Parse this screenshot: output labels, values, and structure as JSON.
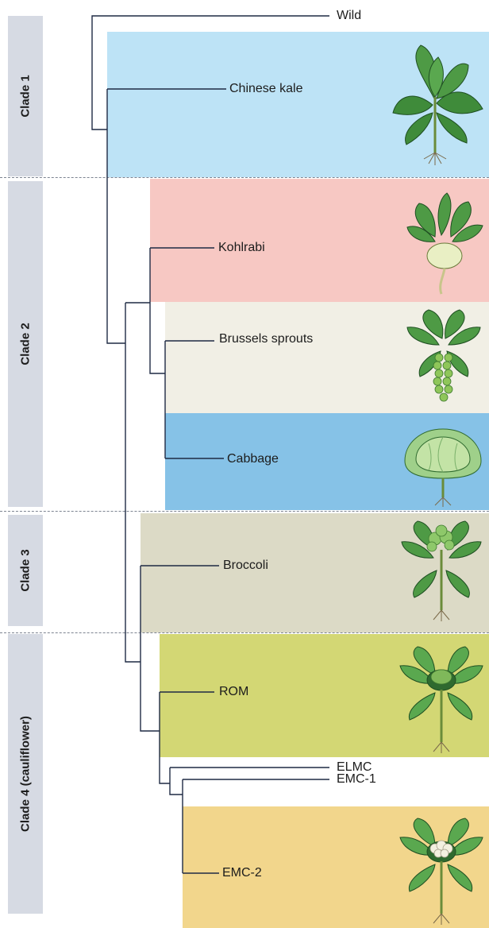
{
  "clades": [
    {
      "label": "Clade 1"
    },
    {
      "label": "Clade 2"
    },
    {
      "label": "Clade 3"
    },
    {
      "label": "Clade 4 (cauliflower)"
    }
  ],
  "leaves": {
    "wild": "Wild",
    "chinese_kale": "Chinese kale",
    "kohlrabi": "Kohlrabi",
    "brussels_sprouts": "Brussels sprouts",
    "cabbage": "Cabbage",
    "broccoli": "Broccoli",
    "rom": "ROM",
    "elmc": "ELMC",
    "emc1": "EMC-1",
    "emc2": "EMC-2"
  },
  "colors": {
    "chinese_kale": "#bde3f6",
    "kohlrabi": "#f7c8c3",
    "brussels_sprouts": "#f1efe5",
    "cabbage": "#86c2e7",
    "broccoli": "#dcdac6",
    "rom": "#d3d774",
    "emc2": "#f2d68c",
    "clade_bar": "#d6dae3",
    "tree_line": "#1f2a44"
  },
  "plants": [
    {
      "name": "kale-plant-illustration"
    },
    {
      "name": "kohlrabi-plant-illustration"
    },
    {
      "name": "brussels-sprouts-plant-illustration"
    },
    {
      "name": "cabbage-plant-illustration"
    },
    {
      "name": "broccoli-plant-illustration"
    },
    {
      "name": "cauliflower-rom-plant-illustration"
    },
    {
      "name": "cauliflower-emc2-plant-illustration"
    }
  ]
}
